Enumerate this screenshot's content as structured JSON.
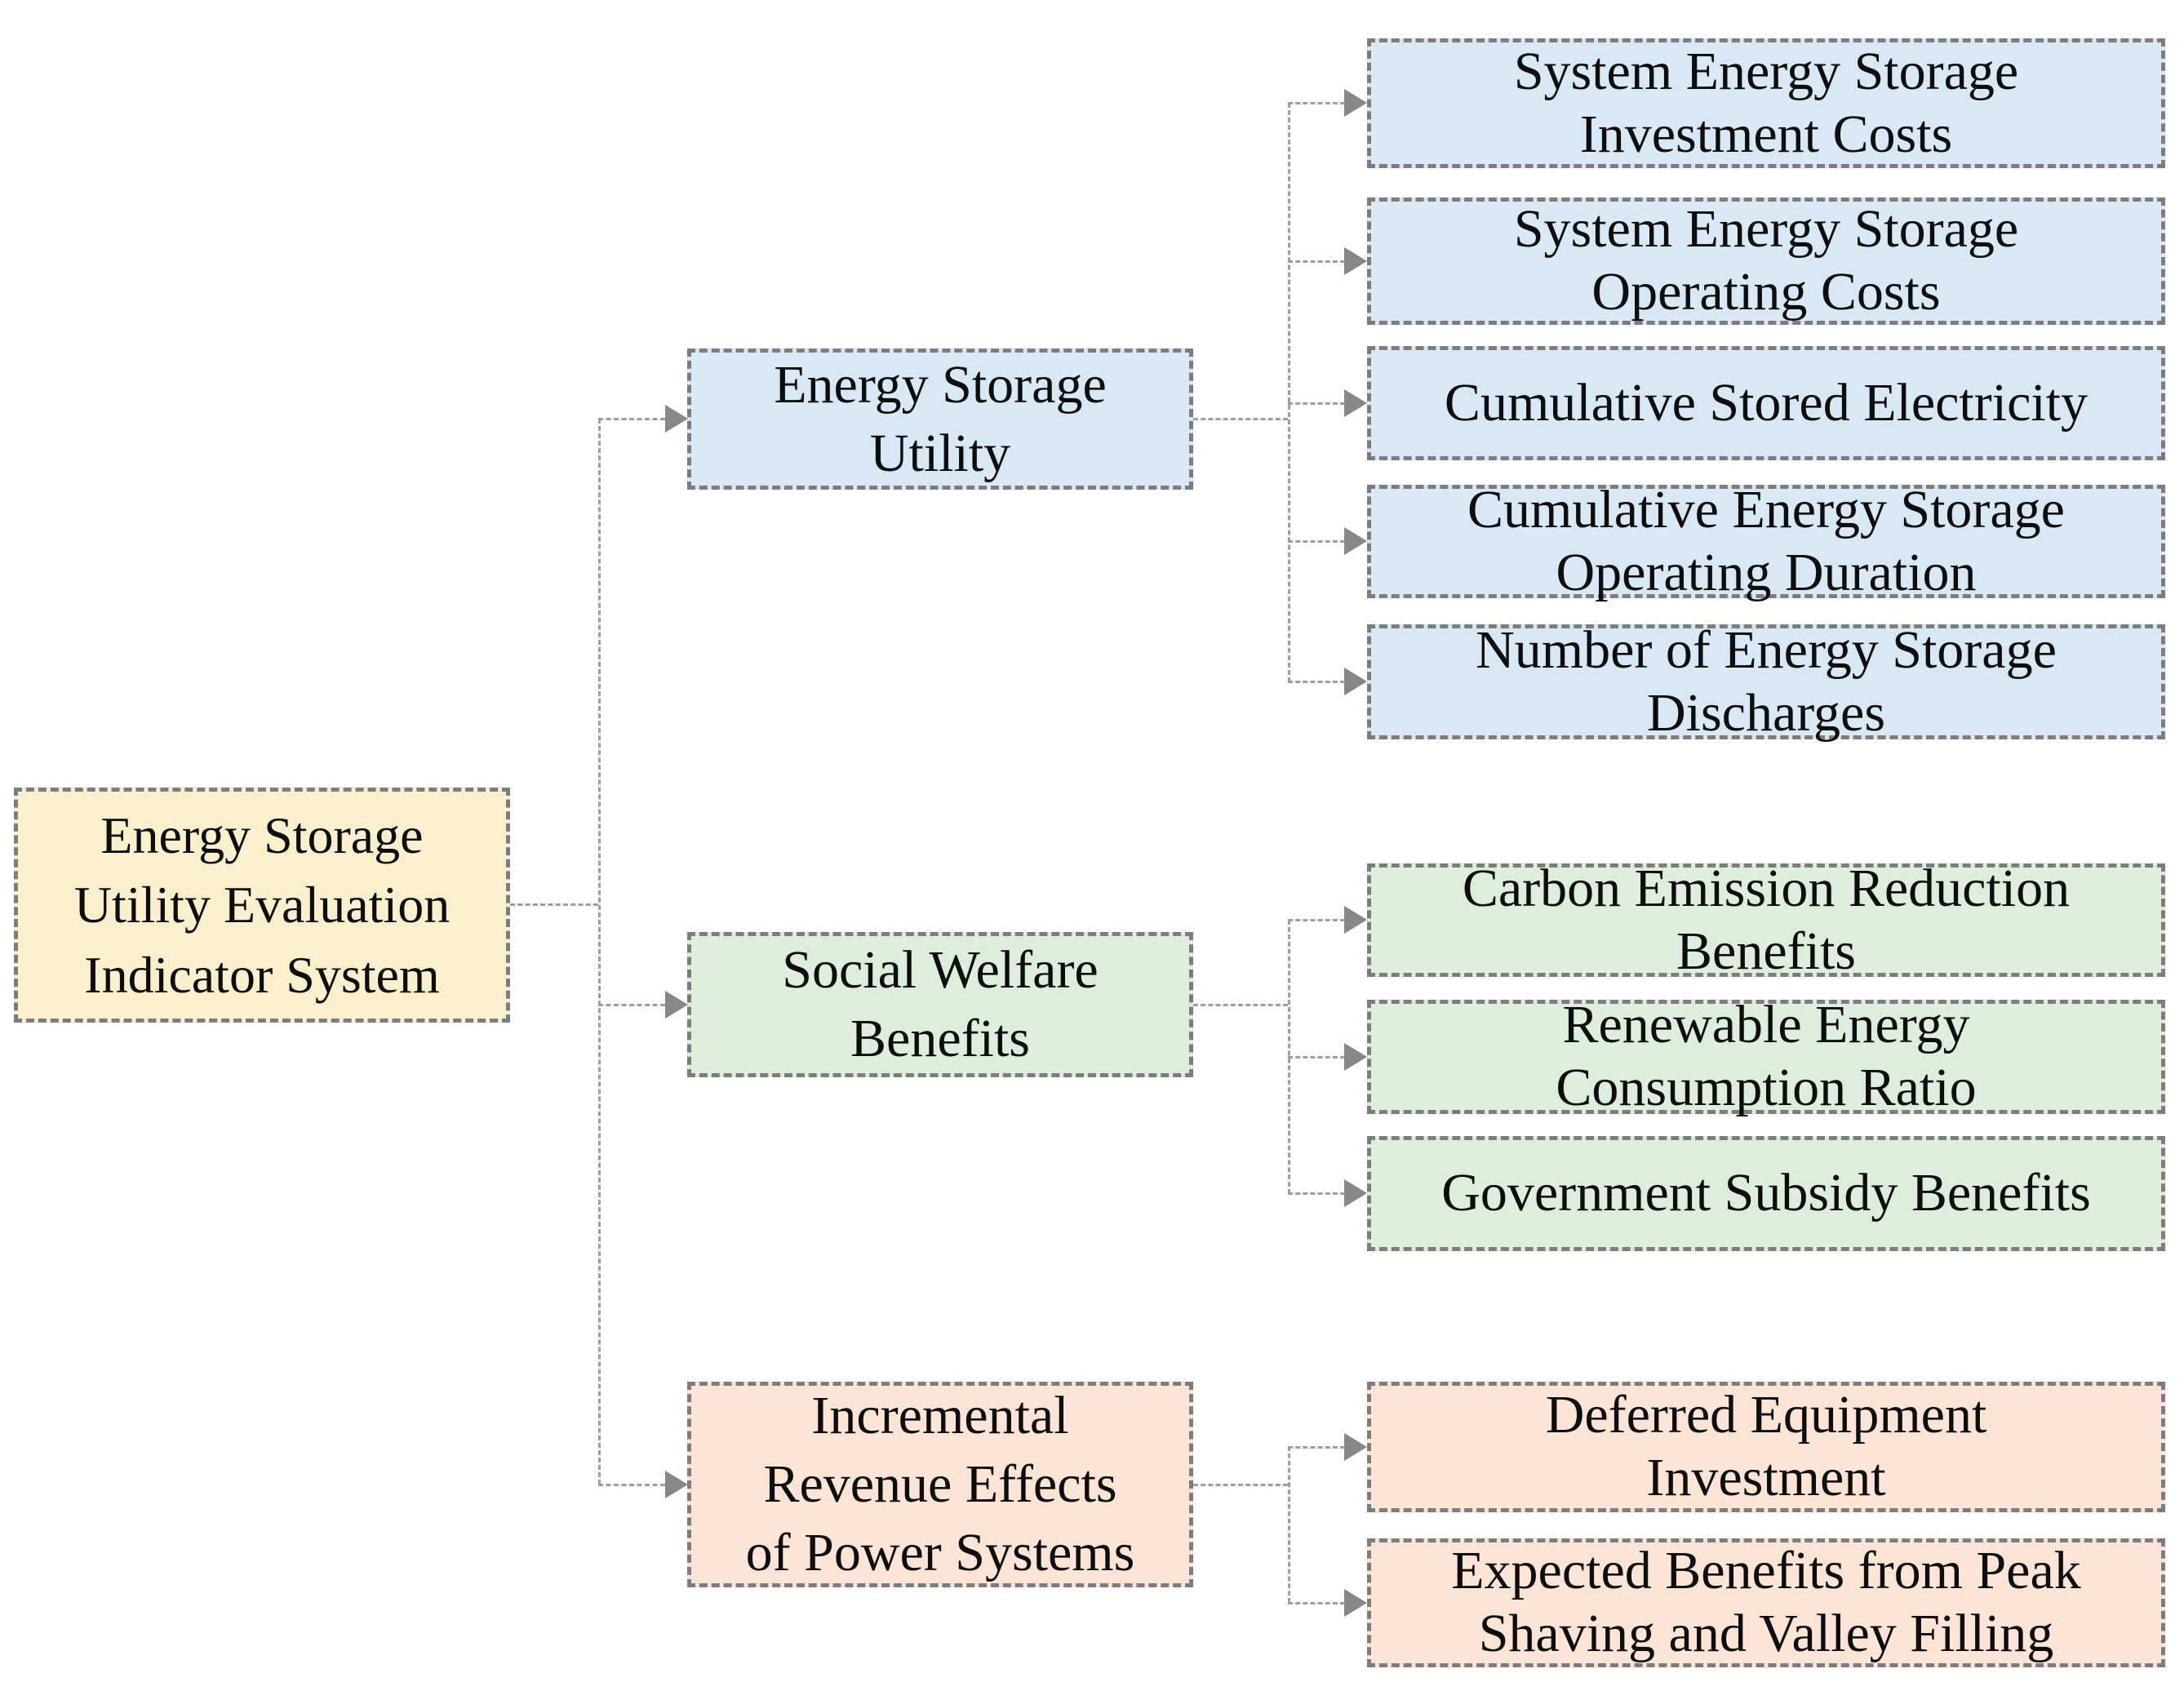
{
  "diagram": {
    "title_hint": "Energy storage utility evaluation indicator hierarchy",
    "colors": {
      "root_fill": "#faf0cd",
      "group1_fill": "#d9e8f5",
      "group2_fill": "#ddeedc",
      "group3_fill": "#fce4d6",
      "box_border": "#7d7d7d",
      "connector_line": "#9e9e9e",
      "arrowhead": "#878787",
      "text": "#0d0d0d",
      "background": "#ffffff"
    },
    "root": {
      "label": "Energy Storage\nUtility Evaluation\nIndicator System"
    },
    "groups": [
      {
        "branch": {
          "label": "Energy Storage\nUtility"
        },
        "leaves": [
          {
            "label": "System Energy Storage\nInvestment Costs"
          },
          {
            "label": "System Energy Storage\nOperating Costs"
          },
          {
            "label": "Cumulative Stored Electricity"
          },
          {
            "label": "Cumulative Energy Storage\nOperating Duration"
          },
          {
            "label": "Number of Energy Storage\nDischarges"
          }
        ]
      },
      {
        "branch": {
          "label": "Social Welfare\nBenefits"
        },
        "leaves": [
          {
            "label": "Carbon Emission Reduction\nBenefits"
          },
          {
            "label": "Renewable Energy\nConsumption Ratio"
          },
          {
            "label": "Government Subsidy Benefits"
          }
        ]
      },
      {
        "branch": {
          "label": "Incremental\nRevenue Effects\nof Power Systems"
        },
        "leaves": [
          {
            "label": "Deferred Equipment\nInvestment"
          },
          {
            "label": "Expected Benefits from Peak\nShaving and Valley Filling"
          }
        ]
      }
    ]
  }
}
